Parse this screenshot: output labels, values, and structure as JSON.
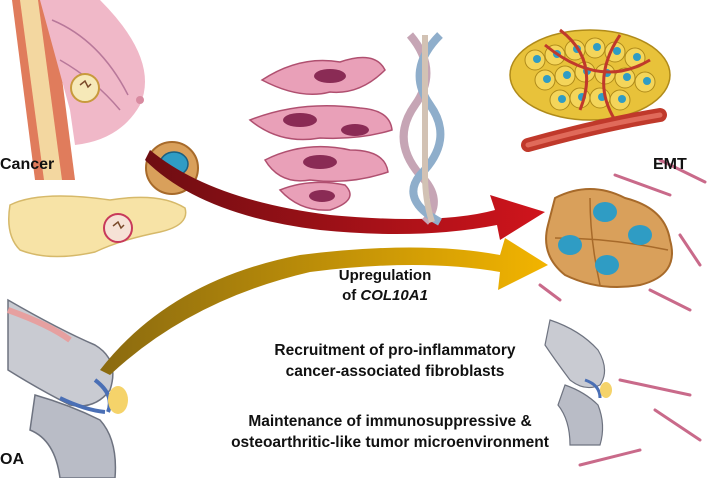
{
  "labels": {
    "cancer": "Cancer",
    "emt": "EMT",
    "oa": "OA",
    "upregulation_line1": "Upregulation",
    "upregulation_prefix": "of ",
    "upregulation_gene": "COL10A1",
    "recruitment_line1": "Recruitment of pro-inflammatory",
    "recruitment_line2": "cancer-associated fibroblasts",
    "maintenance_line1": "Maintenance of immunosuppressive &",
    "maintenance_line2": "osteoarthritic-like tumor microenvironment"
  },
  "colors": {
    "cancer_arrow": "#b3121b",
    "oa_arrow": "#e3a500",
    "tumor_cell": "#d9a05b",
    "nucleus": "#2f9cc4",
    "fibroblast": "#d9527a",
    "bone": "#c9cbd2",
    "cartilage_blue": "#4a6fb5"
  },
  "icons": [
    "breast-tissue-icon",
    "pancreas-icon",
    "knee-joint-icon",
    "tumor-cell-icon",
    "fibroblast-network-icon",
    "collagen-helix-icon",
    "tumor-vessel-icon",
    "cancer-cell-cluster-icon",
    "spindle-fibroblast-icon"
  ]
}
